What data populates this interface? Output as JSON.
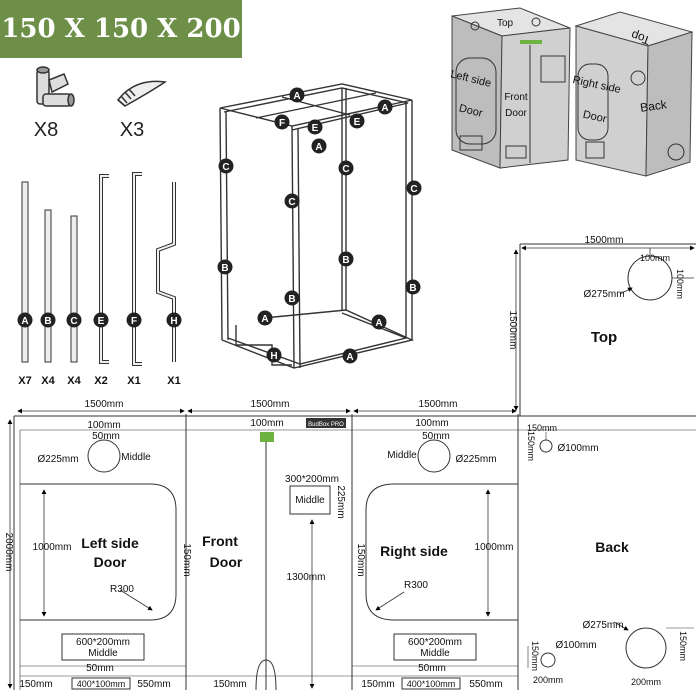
{
  "title": "150 X 150 X 200",
  "parts": {
    "connector_qty": "X8",
    "strap_qty": "X3",
    "poles": [
      {
        "letter": "A",
        "qty": "X7"
      },
      {
        "letter": "B",
        "qty": "X4"
      },
      {
        "letter": "C",
        "qty": "X4"
      },
      {
        "letter": "E",
        "qty": "X2"
      },
      {
        "letter": "F",
        "qty": "X1"
      },
      {
        "letter": "H",
        "qty": "X1"
      }
    ]
  },
  "frame_labels": {
    "A": "A",
    "B": "B",
    "C": "C",
    "E": "E",
    "F": "F",
    "H": "H"
  },
  "box3d": {
    "top": "Top",
    "left_side_1": "Left side",
    "left_side_2": "Door",
    "front_1": "Front",
    "front_2": "Door",
    "right_side_1": "Right side",
    "right_side_2": "Door",
    "back": "Back",
    "top_mirrored": "Top"
  },
  "top_panel": {
    "width": "1500mm",
    "height": "1500mm",
    "vent_size": "Ø275mm",
    "vent_offset": "100mm",
    "vent_offset_side": "100mm",
    "label": "Top"
  },
  "panels": {
    "widths": [
      "1500mm",
      "1500mm",
      "1500mm"
    ],
    "height": "2000mm",
    "left": {
      "top_margin": "100mm",
      "hole_margin": "50mm",
      "hole_size": "Ø225mm",
      "hole_pos": "Middle",
      "door_h": "1000mm",
      "door_w": "150mm",
      "label_1": "Left side",
      "label_2": "Door",
      "radius": "R300",
      "window_size": "600*200mm",
      "window_pos": "Middle",
      "window_margin": "50mm",
      "bottom_left": "150mm",
      "bottom_vent": "400*100mm",
      "bottom_right": "550mm"
    },
    "front": {
      "top_margin": "100mm",
      "brand": "BudBox PRO",
      "window_size": "300*200mm",
      "window_pos": "Middle",
      "window_side": "225mm",
      "height_mark": "1300mm",
      "label_1": "Front",
      "label_2": "Door",
      "bottom_left": "150mm"
    },
    "right": {
      "top_margin": "100mm",
      "hole_margin": "50mm",
      "hole_pos": "Middle",
      "hole_size": "Ø225mm",
      "door_w": "150mm",
      "door_h": "1000mm",
      "label": "Right side",
      "radius": "R300",
      "window_size": "600*200mm",
      "window_pos": "Middle",
      "window_margin": "50mm",
      "bottom_left": "150mm",
      "bottom_vent": "400*100mm",
      "bottom_right": "550mm"
    },
    "back": {
      "top_margin": "150mm",
      "side_margin": "150mm",
      "small_hole": "Ø100mm",
      "label": "Back",
      "big_hole": "Ø275mm",
      "bottom_small_hole": "Ø100mm",
      "bottom_small_side": "150mm",
      "bottom_big_side": "150mm",
      "bottom_left": "200mm",
      "bottom_right": "200mm"
    }
  },
  "colors": {
    "title_bg": "#6e8f47",
    "title_text": "#ffffff",
    "accent_green": "#6db33f",
    "box_grey": "#cfcfcf"
  }
}
